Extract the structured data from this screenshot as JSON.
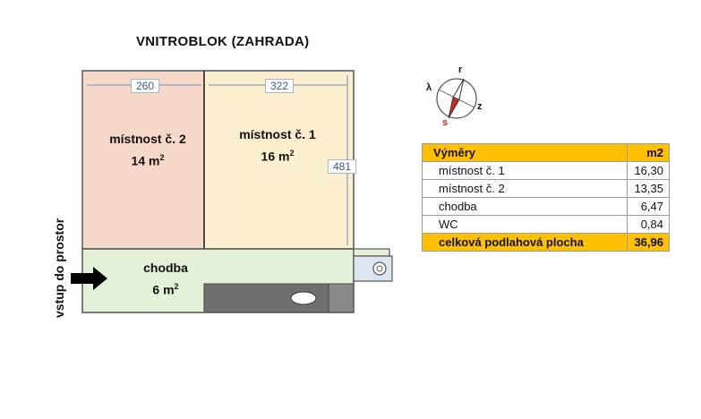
{
  "title": "VNITROBLOK (ZAHRADA)",
  "plan": {
    "dim_room2_width": "260",
    "dim_room1_width": "322",
    "dim_room1_height": "481",
    "room1": {
      "name": "místnost č. 1",
      "area_value": "16 m",
      "area_exp": "2"
    },
    "room2": {
      "name": "místnost č. 2",
      "area_value": "14 m",
      "area_exp": "2"
    },
    "corridor": {
      "name": "chodba",
      "area_value": "6 m",
      "area_exp": "2"
    },
    "entrance_label": "vstup do prostor"
  },
  "compass": {
    "north": "r",
    "south": "s",
    "west": "λ",
    "east": "z"
  },
  "table": {
    "header": {
      "label": "Výměry",
      "unit": "m2"
    },
    "rows": [
      {
        "label": "místnost č. 1",
        "value": "16,30"
      },
      {
        "label": "místnost č. 2",
        "value": "13,35"
      },
      {
        "label": "chodba",
        "value": "6,47"
      },
      {
        "label": "WC",
        "value": "0,84"
      }
    ],
    "total": {
      "label": "celková podlahová plocha",
      "value": "36,96"
    }
  },
  "colors": {
    "room2_fill": "#f6d8c8",
    "room1_fill": "#fcefcf",
    "corridor_fill": "#e4f1d9",
    "wc_fill": "#dce6f2",
    "kitchen_fill": "#6f6f6f",
    "header_fill": "#ffc000",
    "compass_needle": "#e02020"
  }
}
